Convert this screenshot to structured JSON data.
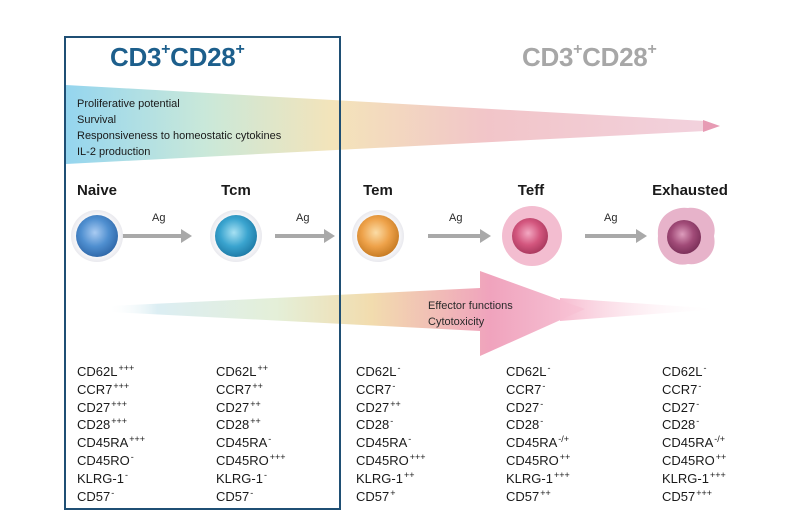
{
  "headers": {
    "left": {
      "base": "CD3",
      "sup1": "+",
      "mid": "CD28",
      "sup2": "+"
    },
    "right": {
      "base": "CD3",
      "sup1": "+",
      "mid": "CD28",
      "sup2": "+"
    }
  },
  "properties": [
    "Proliferative potential",
    "Survival",
    "Responsiveness to homeostatic cytokines",
    "IL-2 production"
  ],
  "effector": [
    "Effector functions",
    "Cytotoxicity"
  ],
  "stages": [
    "Naive",
    "Tcm",
    "Tem",
    "Teff",
    "Exhausted"
  ],
  "antigen_label": "Ag",
  "markers": [
    [
      {
        "name": "CD62L",
        "level": "+++"
      },
      {
        "name": "CCR7",
        "level": "+++"
      },
      {
        "name": "CD27",
        "level": "+++"
      },
      {
        "name": "CD28",
        "level": "+++"
      },
      {
        "name": "CD45RA",
        "level": "+++"
      },
      {
        "name": "CD45RO",
        "level": "-"
      },
      {
        "name": "KLRG-1",
        "level": "-"
      },
      {
        "name": "CD57",
        "level": "-"
      }
    ],
    [
      {
        "name": "CD62L",
        "level": "++"
      },
      {
        "name": "CCR7",
        "level": "++"
      },
      {
        "name": "CD27",
        "level": "++"
      },
      {
        "name": "CD28",
        "level": "++"
      },
      {
        "name": "CD45RA",
        "level": "-"
      },
      {
        "name": "CD45RO",
        "level": "+++"
      },
      {
        "name": "KLRG-1",
        "level": "-"
      },
      {
        "name": "CD57",
        "level": "-"
      }
    ],
    [
      {
        "name": "CD62L",
        "level": "-"
      },
      {
        "name": "CCR7",
        "level": "-"
      },
      {
        "name": "CD27",
        "level": "++"
      },
      {
        "name": "CD28",
        "level": "-"
      },
      {
        "name": "CD45RA",
        "level": "-"
      },
      {
        "name": "CD45RO",
        "level": "+++"
      },
      {
        "name": "KLRG-1",
        "level": "++"
      },
      {
        "name": "CD57",
        "level": "+"
      }
    ],
    [
      {
        "name": "CD62L",
        "level": "-"
      },
      {
        "name": "CCR7",
        "level": "-"
      },
      {
        "name": "CD27",
        "level": "-"
      },
      {
        "name": "CD28",
        "level": "-"
      },
      {
        "name": "CD45RA",
        "level": "-/+"
      },
      {
        "name": "CD45RO",
        "level": "++"
      },
      {
        "name": "KLRG-1",
        "level": "+++"
      },
      {
        "name": "CD57",
        "level": "++"
      }
    ],
    [
      {
        "name": "CD62L",
        "level": "-"
      },
      {
        "name": "CCR7",
        "level": "-"
      },
      {
        "name": "CD27",
        "level": "-"
      },
      {
        "name": "CD28",
        "level": "-"
      },
      {
        "name": "CD45RA",
        "level": "-/+"
      },
      {
        "name": "CD45RO",
        "level": "++"
      },
      {
        "name": "KLRG-1",
        "level": "+++"
      },
      {
        "name": "CD57",
        "level": "+++"
      }
    ]
  ],
  "colors": {
    "box_border": "#1f4f74",
    "header_left": "#1d5f8c",
    "header_right": "#a7a7a7",
    "naive_cell": "#4f8fd0",
    "tcm_cell": "#3aa4cf",
    "tem_cell": "#eea24a",
    "teff_cell": "#d3567e",
    "exhausted_cell": "#a14b78",
    "ag_arrow": "#a9a9a9"
  }
}
